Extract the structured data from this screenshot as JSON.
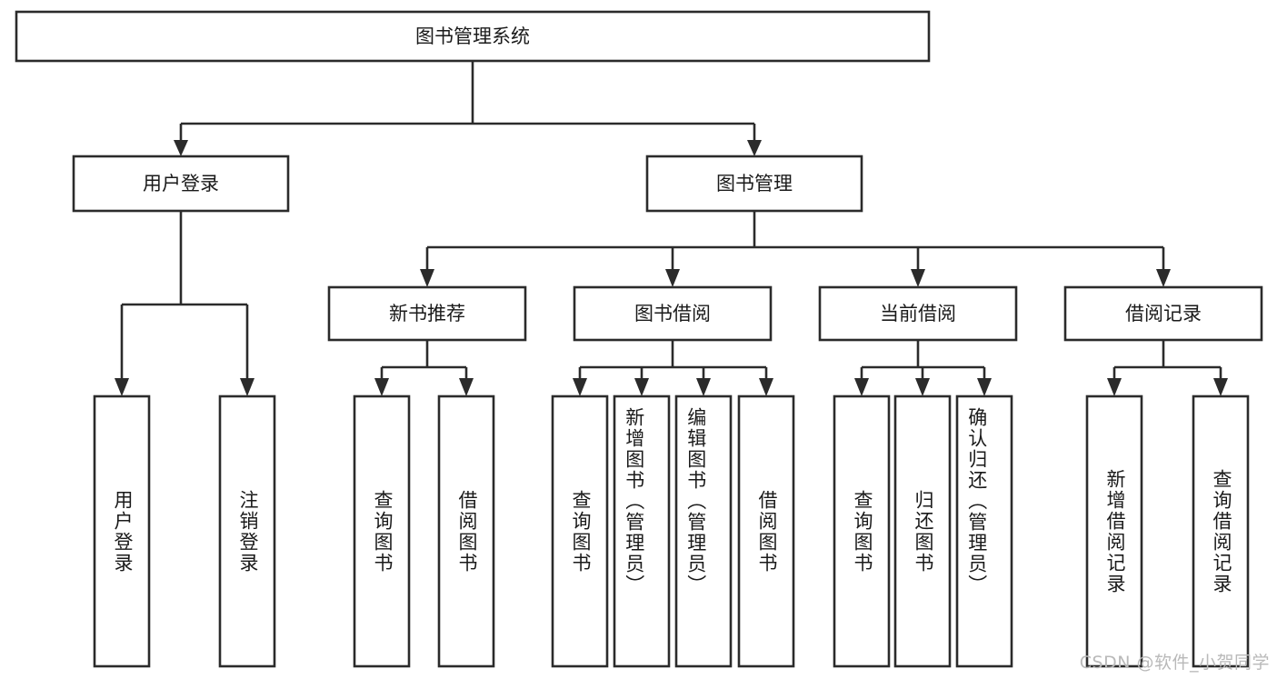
{
  "diagram": {
    "type": "tree-hierarchy",
    "title": "图书管理系统",
    "watermark": "CSDN @软件_小贺同学",
    "colors": {
      "box_stroke": "#2b2b2b",
      "box_fill": "#ffffff",
      "text": "#1a1a1a",
      "background": "#ffffff",
      "watermark": "#b9b9b9"
    },
    "levels": {
      "root": {
        "label": "图书管理系统"
      },
      "level2": [
        {
          "label": "用户登录"
        },
        {
          "label": "图书管理"
        }
      ],
      "level3": [
        {
          "label": "新书推荐"
        },
        {
          "label": "图书借阅"
        },
        {
          "label": "当前借阅"
        },
        {
          "label": "借阅记录"
        }
      ],
      "leaves": {
        "user_login": [
          {
            "label": "用户登录"
          },
          {
            "label": "注销登录"
          }
        ],
        "new_book_recommend": [
          {
            "label": "查询图书"
          },
          {
            "label": "借阅图书"
          }
        ],
        "book_borrow": [
          {
            "label": "查询图书"
          },
          {
            "label": "新增图书（管理员）"
          },
          {
            "label": "编辑图书（管理员）"
          },
          {
            "label": "借阅图书"
          }
        ],
        "current_borrow": [
          {
            "label": "查询图书"
          },
          {
            "label": "归还图书"
          },
          {
            "label": "确认归还（管理员）"
          }
        ],
        "borrow_record": [
          {
            "label": "新增借阅记录"
          },
          {
            "label": "查询借阅记录"
          }
        ]
      }
    }
  }
}
